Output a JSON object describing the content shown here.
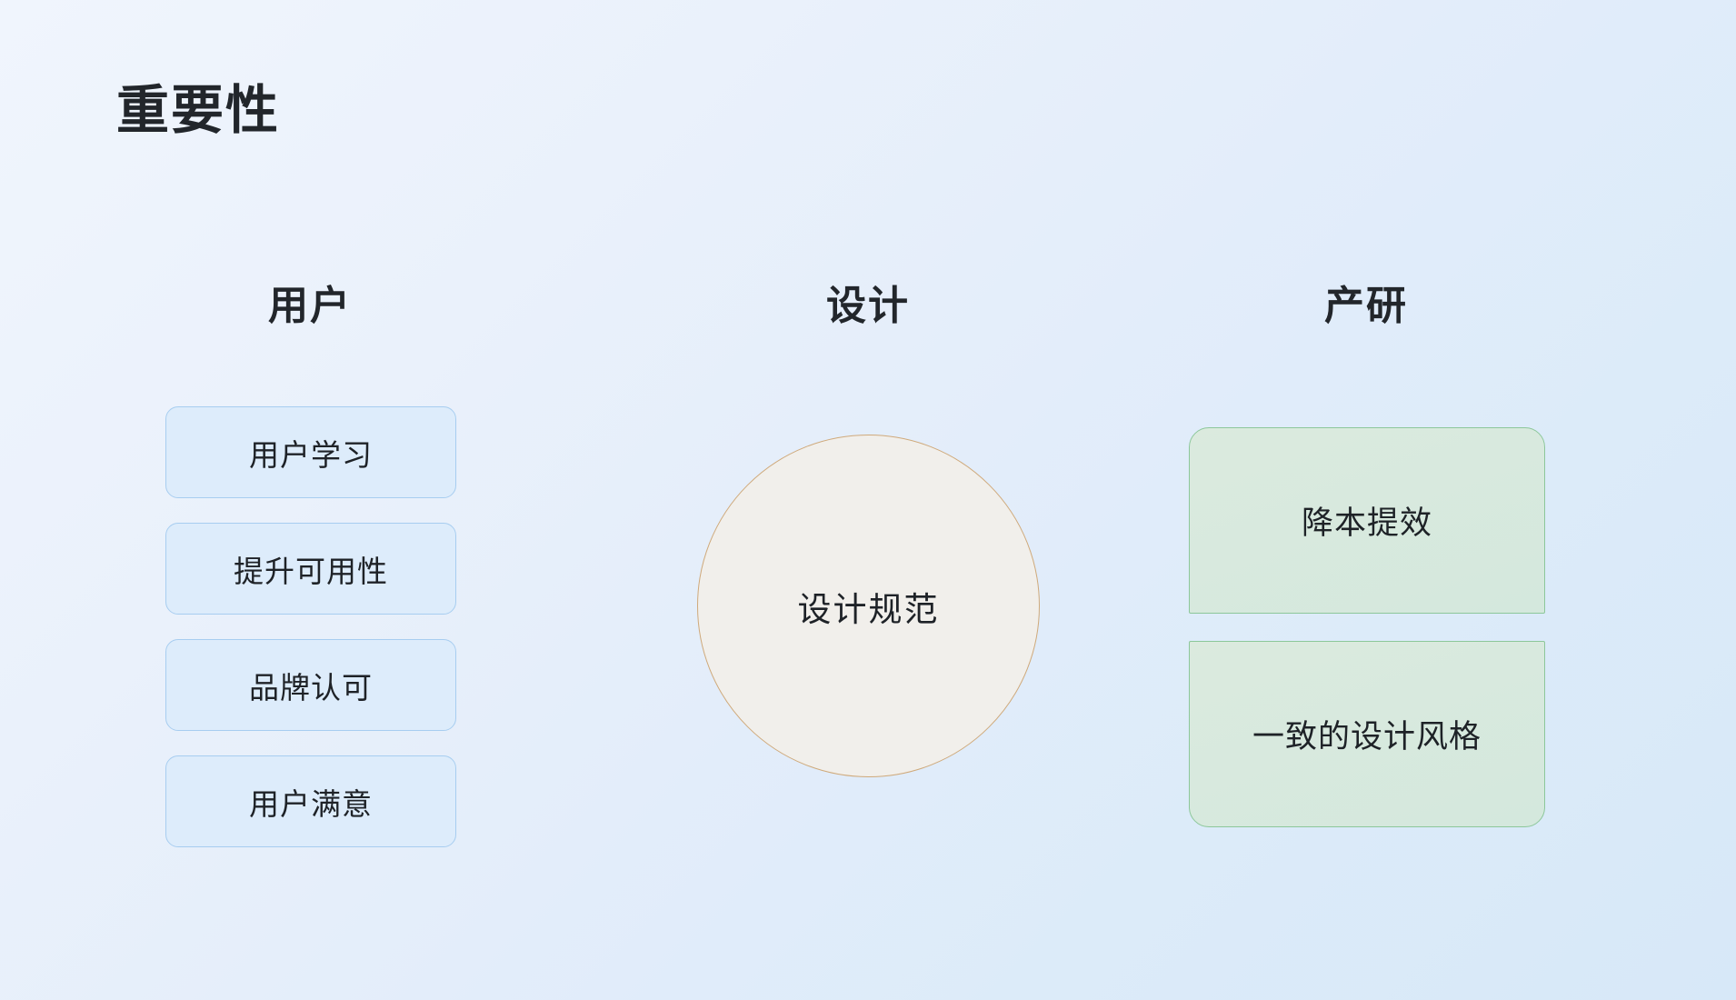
{
  "slide": {
    "title": "重要性",
    "background_from": "#f0f5fd",
    "background_to": "#d7e8f8"
  },
  "columns": [
    {
      "key": "users",
      "header": "用户",
      "type": "pill-list",
      "accent_border": "#a7cdf0",
      "accent_fill": "#ddecfb",
      "items": [
        {
          "label": "用户学习"
        },
        {
          "label": "提升可用性"
        },
        {
          "label": "品牌认可"
        },
        {
          "label": "用户满意"
        }
      ]
    },
    {
      "key": "design",
      "header": "设计",
      "type": "circle",
      "accent_border": "#cfa97a",
      "accent_fill": "#f1efeb",
      "items": [
        {
          "label": "设计规范"
        }
      ]
    },
    {
      "key": "rnd",
      "header": "产研",
      "type": "card-list",
      "accent_border": "#8cc79a",
      "accent_fill": "#dbeade",
      "items": [
        {
          "label": "降本提效"
        },
        {
          "label": "一致的设计风格"
        }
      ]
    }
  ]
}
